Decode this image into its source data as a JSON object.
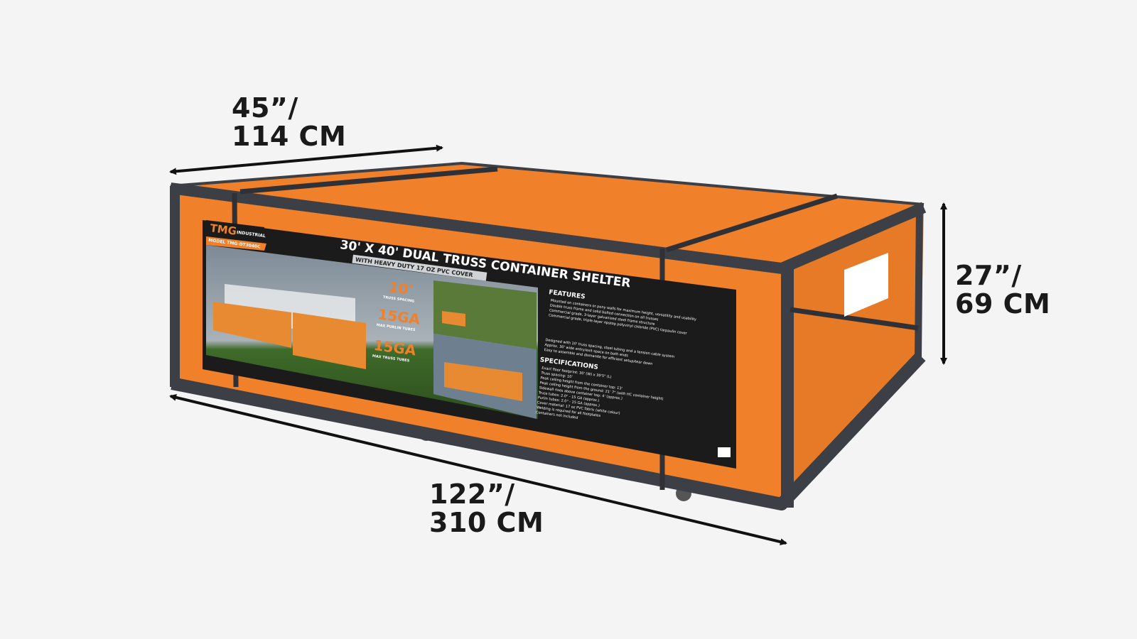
{
  "dimensions": {
    "width": {
      "line1": "45”/",
      "line2": "114 CM"
    },
    "height": {
      "line1": "27”/",
      "line2": "69 CM"
    },
    "length": {
      "line1": "122”/",
      "line2": "310 CM"
    }
  },
  "box_label": {
    "brand": "TMG",
    "brand_sub": "INDUSTRIAL",
    "model": "MODEL TMG-DT3040C",
    "title": "30' X 40' DUAL TRUSS CONTAINER SHELTER",
    "subtitle": "WITH HEAVY DUTY 17 OZ PVC COVER",
    "stat1_value": "10'",
    "stat1_label": "TRUSS SPACING",
    "stat2_value": "15GA",
    "stat2_label": "MAX PURLIN TUBES",
    "stat3_value": "15GA",
    "stat3_label": "MAX TRUSS TUBES",
    "features_heading": "FEATURES",
    "features": [
      "Mounted on containers or pony walls for maximum height, versatility and usability",
      "Double truss frame and solid bolted connection on all trusses",
      "Commercial grade, 3-layer galvanized steel frame structure",
      "Commercial grade, triple-layer ripstop polyvinyl chloride (PVC) tarpaulin cover",
      "Designed with 10' truss spacing, steel tubing and a tension cable system",
      "Approx. 30' wide entry/exit space on both ends",
      "Easy to assemble and dismantle for efficient setup/tear down"
    ],
    "specs_heading": "SPECIFICATIONS",
    "specs": [
      "Exact floor footprint: 30' (W) x 39'5\" (L)",
      "Truss spacing: 10'",
      "Peak ceiling height from the container top: 13'",
      "Peak ceiling height from the ground: 21' 7\" (with HC container height)",
      "Sidewall rises above container top: 4' (approx.)",
      "Truss tubes: 2.0\" - 15 GA (approx.)",
      "Purlin tubes: 2.0\" - 15 GA (approx.)",
      "Cover material: 17 oz PVC fabric (white colour)",
      "Welding is required for all footplates",
      "Containers not included"
    ]
  },
  "colors": {
    "background": "#f4f4f4",
    "box_orange": "#f0802a",
    "frame": "#3c3f45",
    "label": "#1b1b1b",
    "text": "#1a1a1a"
  }
}
